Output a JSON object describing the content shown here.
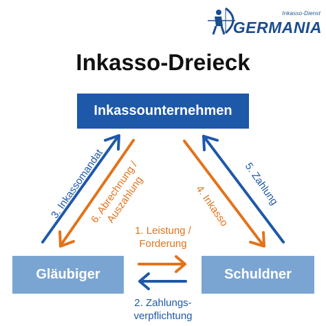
{
  "logo": {
    "tagline": "Inkasso-Dienst",
    "wordmark": "GERMANIA",
    "icon": "archer-icon",
    "color": "#1b4d8f"
  },
  "title": "Inkasso-Dreieck",
  "nodes": {
    "top": "Inkassounternehmen",
    "left": "Gläubiger",
    "right": "Schuldner"
  },
  "edges": {
    "mandate": "3. Inkassomandat",
    "settlement_line1": "6. Abrechnung /",
    "settlement_line2": "Auszahlung",
    "service_line1": "1. Leistung /",
    "service_line2": "Forderung",
    "payment_duty_line1": "2. Zahlungs-",
    "payment_duty_line2": "verpflichtung",
    "collection": "4. Inkasso",
    "payment": "5. Zahlung"
  },
  "colors": {
    "dark_blue": "#1e58a8",
    "light_blue": "#7aa5d3",
    "orange": "#e2731b"
  }
}
